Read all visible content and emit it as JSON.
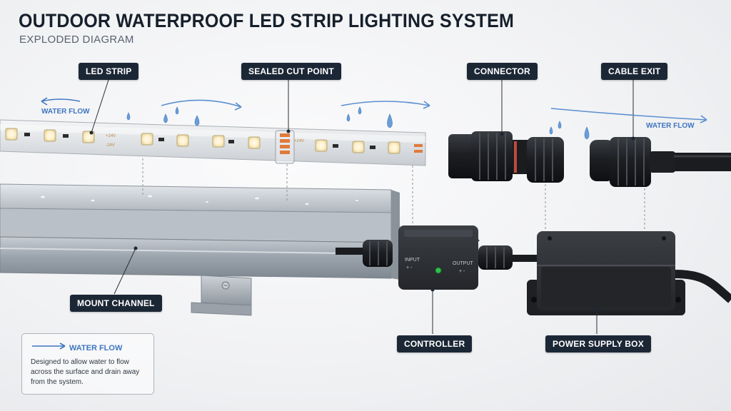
{
  "header": {
    "title": "OUTDOOR WATERPROOF LED STRIP LIGHTING SYSTEM",
    "subtitle": "EXPLODED DIAGRAM"
  },
  "callouts": {
    "led_strip": "LED STRIP",
    "sealed_cut_point": "SEALED CUT POINT",
    "connector": "CONNECTOR",
    "cable_exit": "CABLE EXIT",
    "mount_channel": "MOUNT CHANNEL",
    "controller": "CONTROLLER",
    "power_supply_box": "POWER SUPPLY BOX"
  },
  "flow_labels": {
    "left": "WATER FLOW",
    "right": "WATER FLOW"
  },
  "strip_markings": {
    "pos_voltage": "+24V",
    "neg_voltage": "-24V"
  },
  "controller_labels": {
    "input": "INPUT",
    "output": "OUTPUT",
    "polarity": "+ -"
  },
  "legend": {
    "title": "WATER FLOW",
    "description": "Designed to allow water to flow across the surface and drain away from the system."
  },
  "colors": {
    "title_text": "#16202c",
    "callout_bg": "#1c2736",
    "flow_blue": "#3f76bf",
    "led_warm": "#fff1c8",
    "status_led": "#2ec24a"
  },
  "icons": [
    "water-drop-icon",
    "flow-arrow-icon"
  ]
}
